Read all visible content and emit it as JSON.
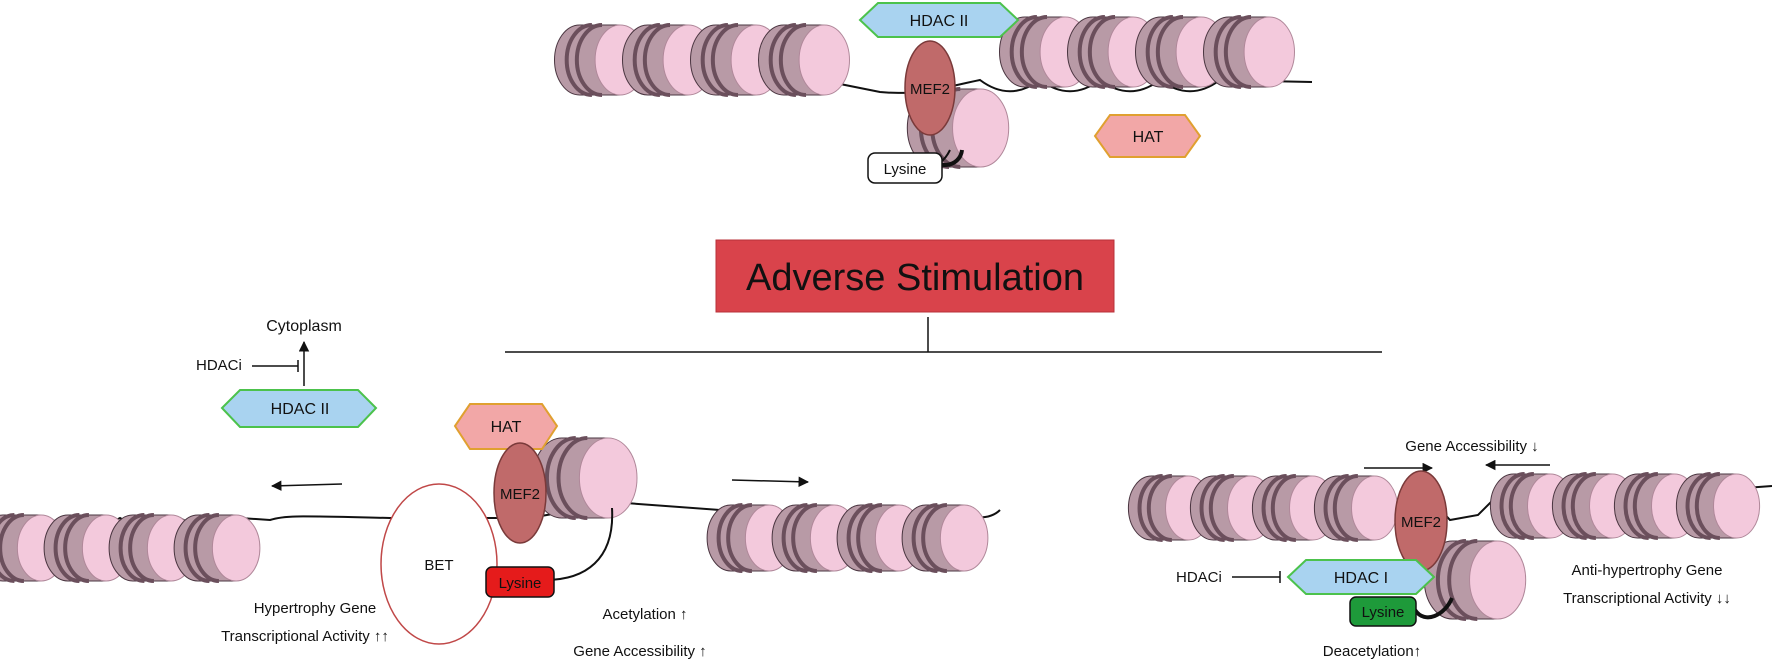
{
  "labels": {
    "top_hdac": "HDAC II",
    "top_mef2": "MEF2",
    "top_hat": "HAT",
    "top_lysine": "Lysine",
    "banner": "Adverse Stimulation",
    "cytoplasm": "Cytoplasm",
    "hdaci_left": "HDACi",
    "left_hdac": "HDAC II",
    "left_hat": "HAT",
    "left_mef2": "MEF2",
    "bet": "BET",
    "left_lysine": "Lysine",
    "hyper_gene": "Hypertrophy Gene",
    "hyper_activity": "Transcriptional Activity ↑↑",
    "acetylation": "Acetylation ↑",
    "gene_access_up": "Gene Accessibility ↑",
    "gene_access_down": "Gene Accessibility ↓",
    "right_mef2": "MEF2",
    "hdaci_right": "HDACi",
    "right_hdac": "HDAC I",
    "right_lysine": "Lysine",
    "anti_gene": "Anti-hypertrophy Gene",
    "anti_activity": "Transcriptional Activity ↓↓",
    "deacetylation": "Deacetylation↑"
  },
  "colors": {
    "nucleosome_face": "#f3c9dc",
    "nucleosome_side": "#b89aa6",
    "nucleosome_band": "#6b4f5c",
    "hdac_fill": "#a9d3f0",
    "hdac_border": "#4cc24c",
    "hat_fill": "#f2a7a7",
    "hat_border": "#e0a030",
    "mef2_fill": "#c06a6a",
    "banner_fill": "#d9434b",
    "lysine_red": "#e51b1b",
    "lysine_green": "#1e9a3a"
  }
}
